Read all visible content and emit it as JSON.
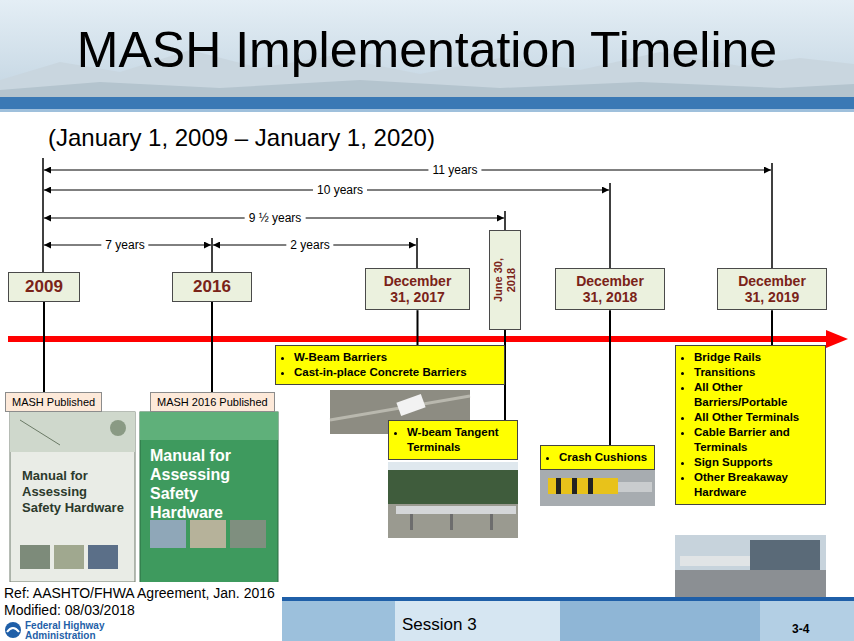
{
  "diagram": {
    "title": "MASH Implementation Timeline",
    "nodes": [
      {
        "text": [
          "2009"
        ]
      },
      {
        "text": [
          "2016"
        ]
      },
      {
        "text": [
          "December 31, 2017"
        ]
      },
      {
        "text": [
          "June 30, 2018"
        ]
      },
      {
        "text": [
          "December 31, 2018"
        ]
      },
      {
        "text": [
          "December 31, 2019"
        ]
      },
      {
        "text": [
          "MASH Published"
        ]
      },
      {
        "text": [
          "MASH 2016 Published"
        ]
      },
      {
        "text": [
          "W-Beam Barriers",
          "Cast-in-place Concrete Barriers"
        ]
      },
      {
        "text": [
          "W-beam Tangent Terminals"
        ]
      },
      {
        "text": [
          "Crash Cushions"
        ]
      },
      {
        "text": [
          "Bridge Rails",
          "Transitions",
          "All Other Barriers/Portable",
          "All Other Terminals",
          "Cable Barrier and Terminals",
          "Sign Supports",
          "Other Breakaway Hardware"
        ]
      }
    ],
    "edges": [
      {
        "from": 0,
        "to": 6,
        "arrow": "none"
      },
      {
        "from": 1,
        "to": 7,
        "arrow": "none"
      },
      {
        "from": 2,
        "to": 8,
        "arrow": "none"
      },
      {
        "from": 3,
        "to": 9,
        "arrow": "none"
      },
      {
        "from": 4,
        "to": 10,
        "arrow": "none"
      },
      {
        "from": 5,
        "to": 11,
        "arrow": "none"
      }
    ],
    "labels": [
      "(January 1, 2009 – January 1, 2020)",
      "11 years",
      "10 years",
      "9 ½ years",
      "7 years",
      "2 years",
      "Manual for Assessing Safety Hardware",
      "Manual for Assessing Safety Hardware",
      "Ref: AASHTO/FHWA Agreement, Jan. 2016",
      "Modified: 08/03/2018",
      "Federal Highway Administration",
      "Session 3",
      "3-4"
    ]
  }
}
